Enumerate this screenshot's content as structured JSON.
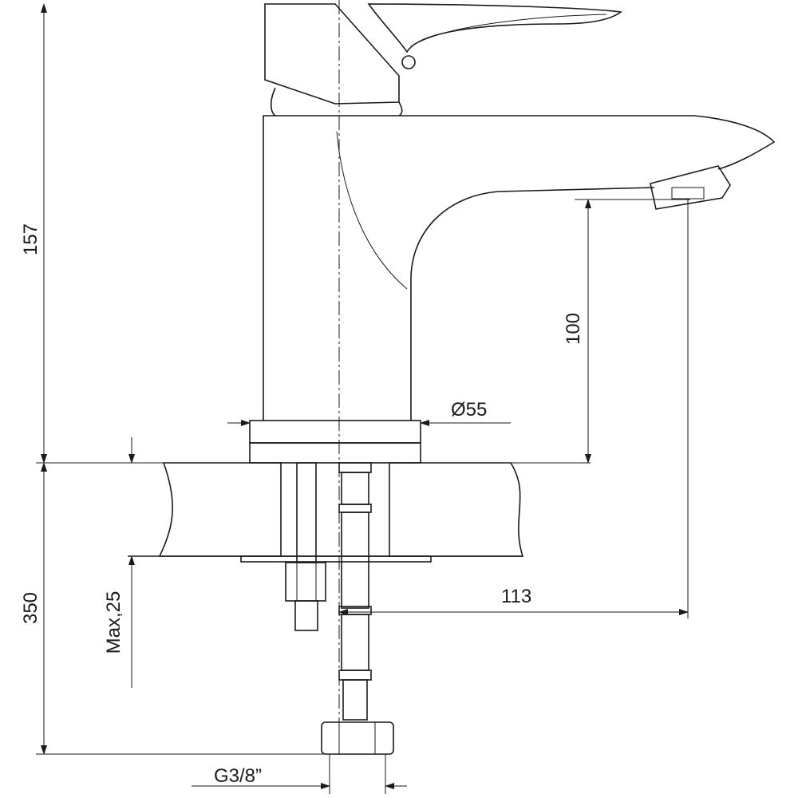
{
  "drawing": {
    "title": "Basin mixer dimension drawing",
    "dimensions": {
      "total_height": "157",
      "spout_height": "100",
      "base_diameter": "Ø55",
      "spout_reach": "113",
      "hose_length": "350",
      "max_counter_thickness": "Max,25",
      "connection_thread": "G3/8”"
    }
  }
}
